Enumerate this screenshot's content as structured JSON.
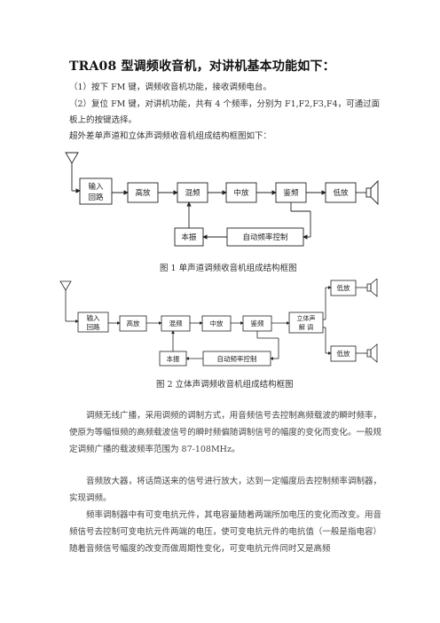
{
  "doc": {
    "title": "TRA08 型调频收音机，对讲机基本功能如下：",
    "items": [
      "（1）按下 FM 键，调频收音机功能，接收调频电台。",
      "（2）复位 FM 键，对讲机功能，共有 4 个频率，分别为 F1,F2,F3,F4，可通过面",
      "板上的按键选择。"
    ],
    "intro": "超外差单声道和立体声调频收音机组成结构框图如下：",
    "fig1": {
      "caption": "图 1 单声道调频收音机组成结构框图",
      "blocks": {
        "input": [
          "输入",
          "回路"
        ],
        "rf": "高放",
        "mixer": "混频",
        "if": "中放",
        "detector": "鉴频",
        "audio": "低放",
        "osc": "本振",
        "afc": "自动频率控制"
      }
    },
    "fig2": {
      "caption": "图 2  立体声调频收音机组成结构框图",
      "blocks": {
        "input": [
          "输入",
          "回路"
        ],
        "rf": "高放",
        "mixer": "混频",
        "if": "中放",
        "detector": "鉴频",
        "decoder": [
          "立体声",
          "解  调"
        ],
        "audio_top": "低放",
        "audio_bottom": "低放",
        "osc": "本振",
        "afc": "自动频率控制"
      }
    },
    "para1": "调频无线广播，采用调频的调制方式，用音频信号去控制高频载波的瞬时频率，使原为等幅恒频的高频载波信号的瞬时频偏随调制信号的幅度的变化而变化。一般规定调频广播的载波频率范围为 87-108MHz。",
    "para2": "音频放大器，将话筒送来的信号进行放大，达到一定幅度后去控制频率调制器，实现调频。",
    "para3": "频率调制器中有可变电抗元件，其电容量随着两端所加电压的变化而改变。用音频信号去控制可变电抗元件两端的电压，使可变电抗元件的电抗值（一般是指电容）随着音频信号幅度的改变而做周期性变化，可变电抗元件同时又是高频"
  }
}
